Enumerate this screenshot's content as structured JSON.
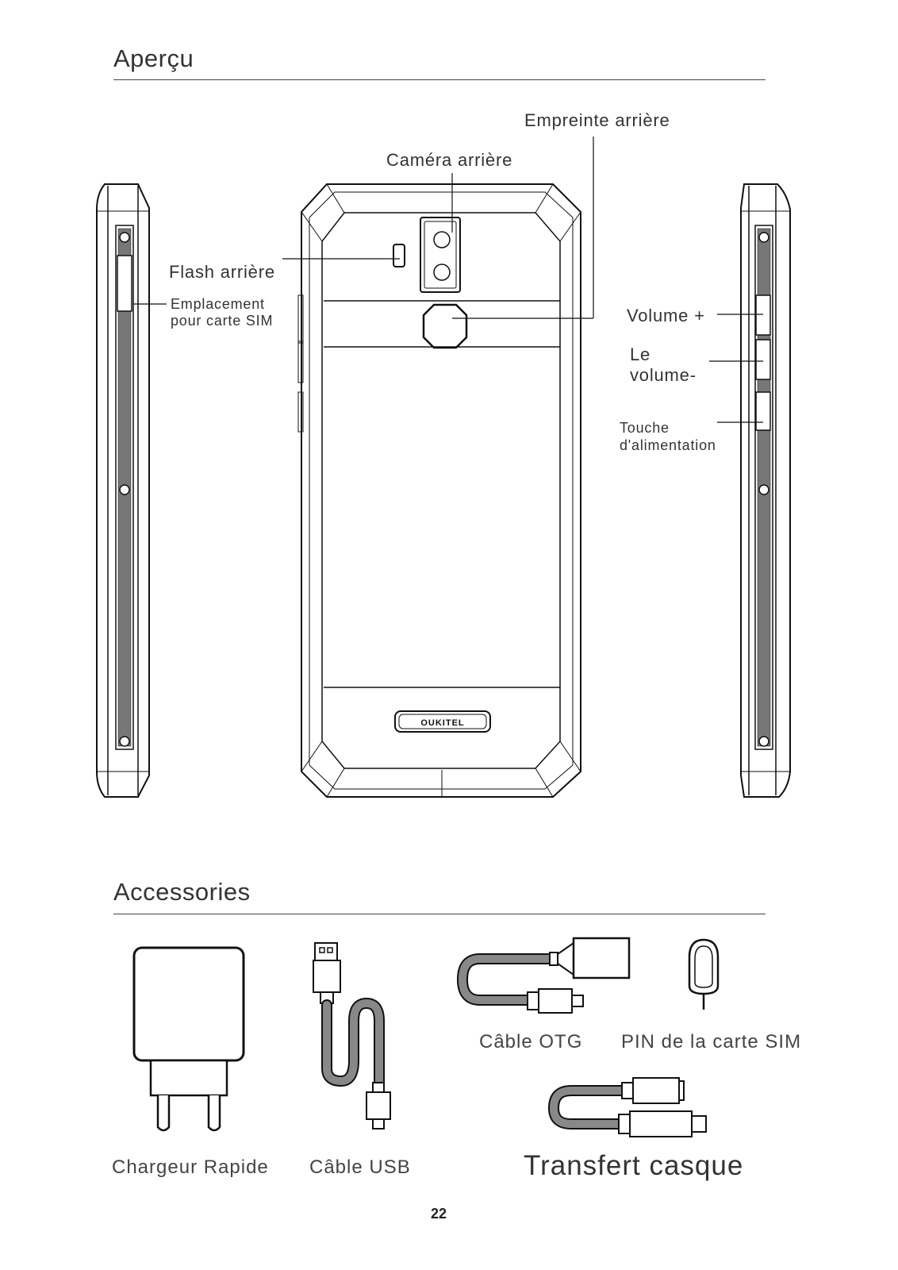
{
  "overview": {
    "title": "Aperçu",
    "labels": {
      "rear_fingerprint": "Empreinte arrière",
      "rear_camera": "Caméra arrière",
      "rear_flash": "Flash arrière",
      "sim_slot": "Emplacement\npour carte SIM",
      "volume_up": "Volume +",
      "volume_down_line1": "Le",
      "volume_down_line2": "volume-",
      "power_key_line1": "Touche",
      "power_key_line2": "d'alimentation"
    },
    "brand_logo": "OUKITEL"
  },
  "accessories": {
    "title": "Accessories",
    "items": {
      "fast_charger": "Chargeur Rapide",
      "usb_cable": "Câble USB",
      "otg_cable": "Câble OTG",
      "sim_pin": "PIN de la carte SIM",
      "headset_adapter": "Transfert casque"
    }
  },
  "page_number": "22"
}
